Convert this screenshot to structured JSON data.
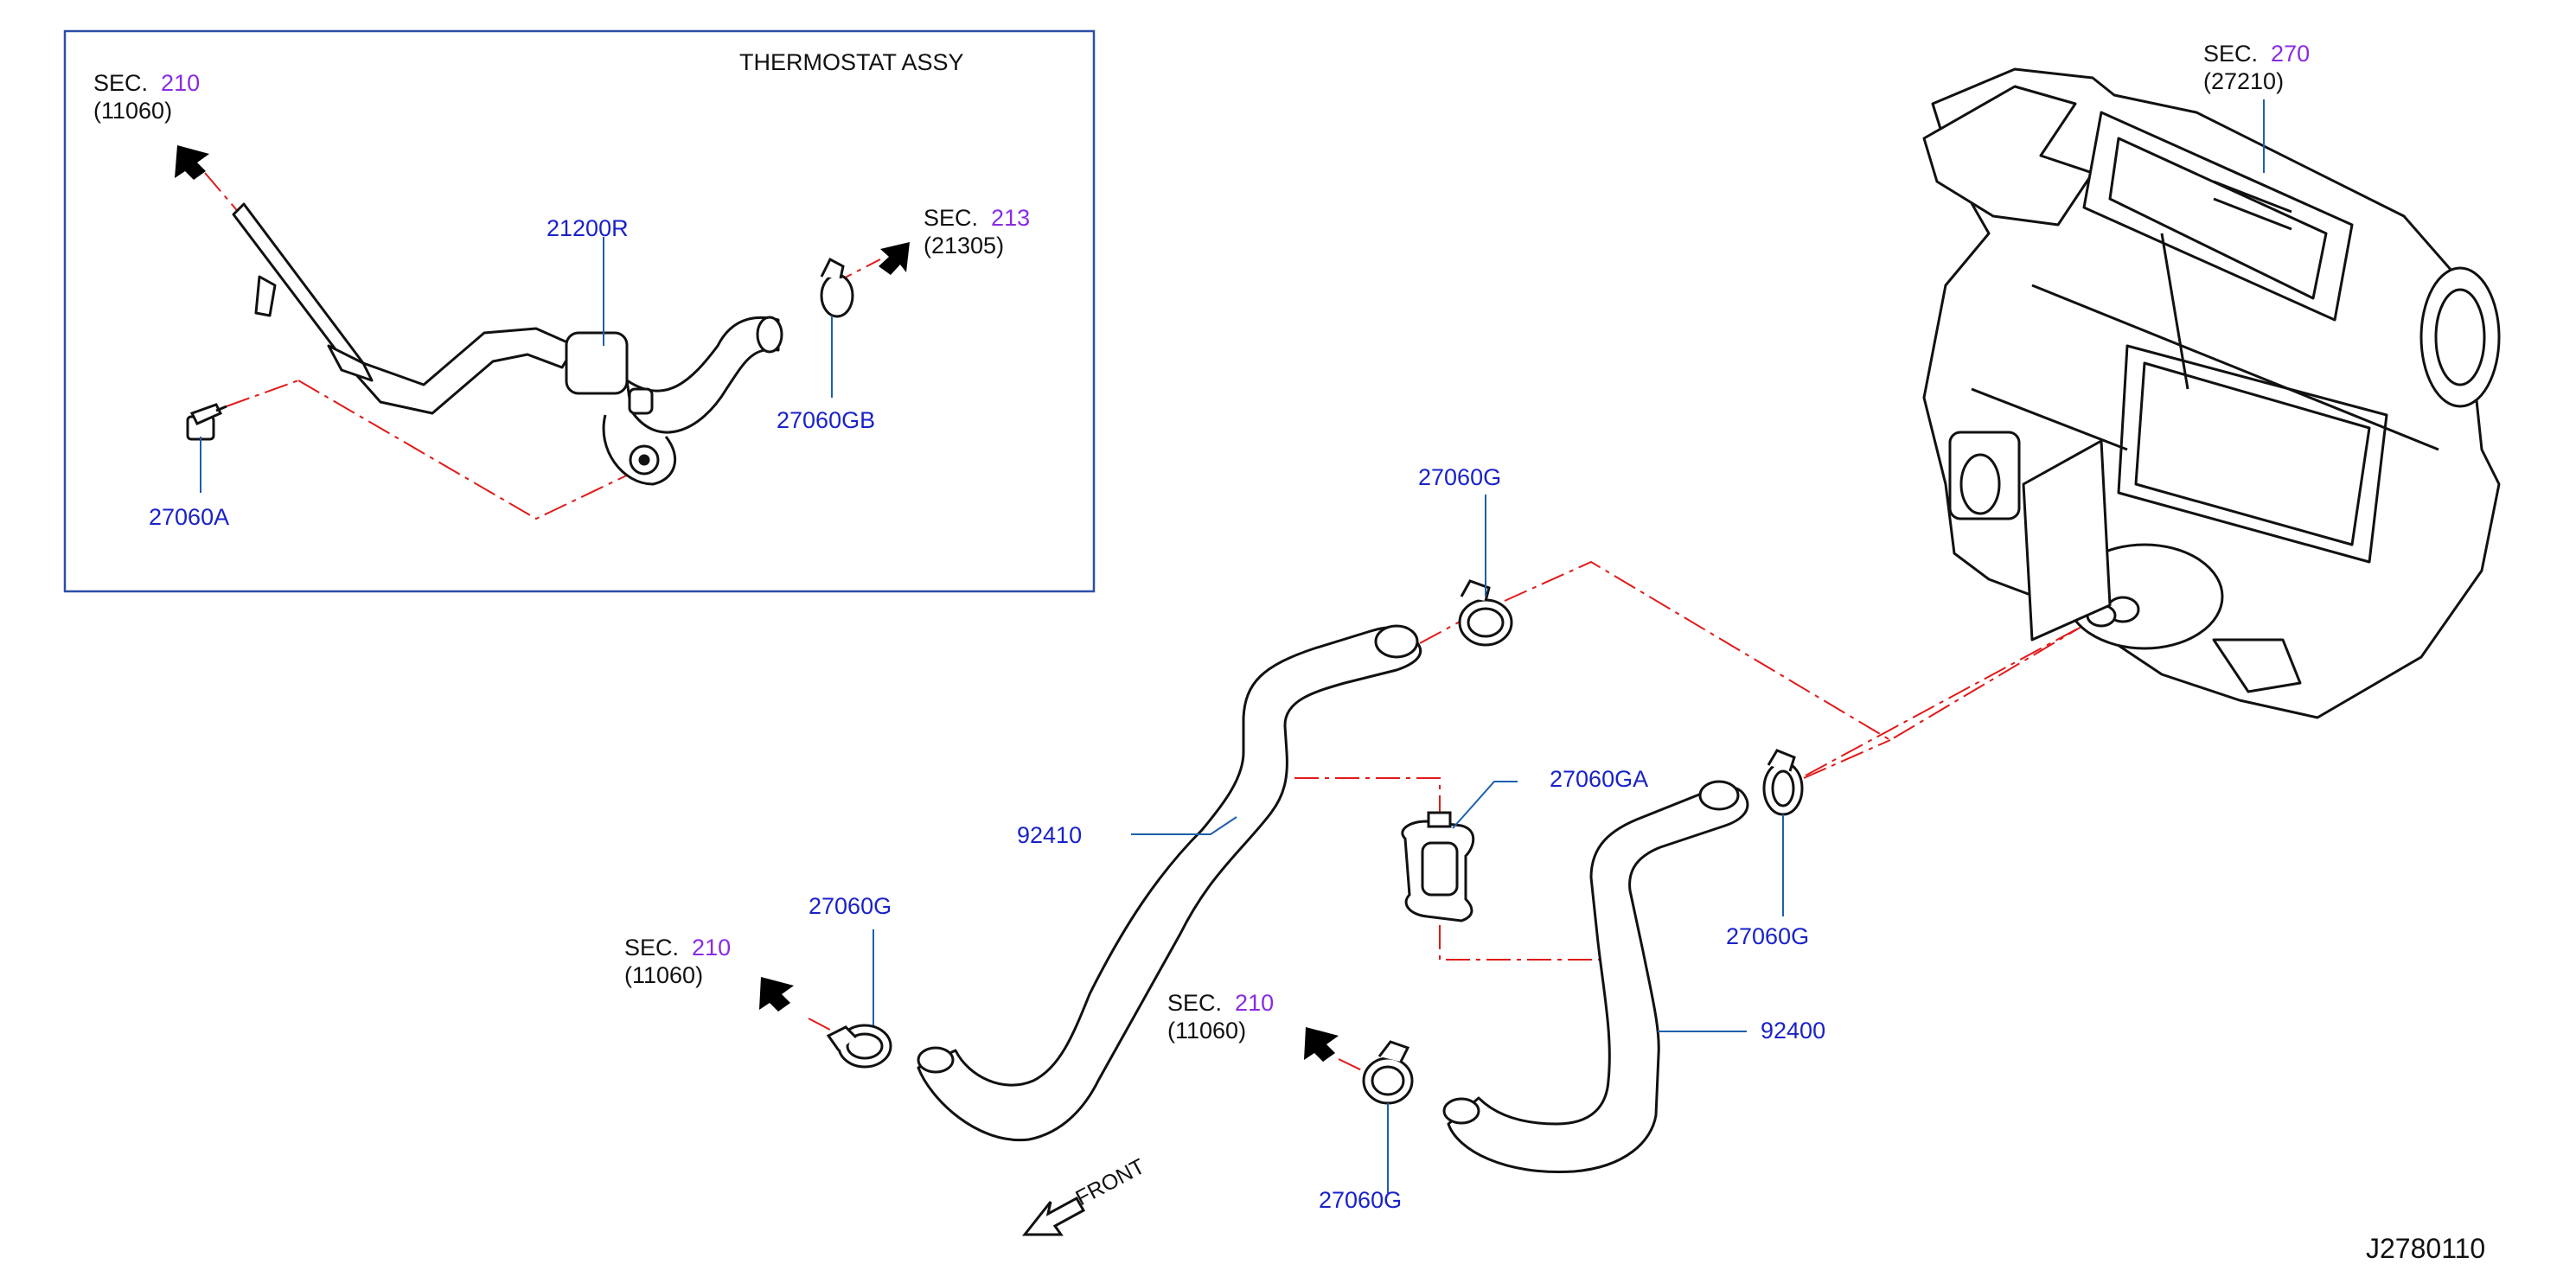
{
  "colors": {
    "part_number": "#1a22c8",
    "section_number": "#8a2be2",
    "leader_line": "#1d5fae",
    "phantom_line": "#e11a1a",
    "inset_border": "#2b4ea8"
  },
  "inset": {
    "title": "THERMOSTAT   ASSY"
  },
  "sec_refs": [
    {
      "prefix": "SEC.",
      "number": "210",
      "sub": "(11060)"
    },
    {
      "prefix": "SEC.",
      "number": "213",
      "sub": "(21305)"
    },
    {
      "prefix": "SEC.",
      "number": "270",
      "sub": "(27210)"
    },
    {
      "prefix": "SEC.",
      "number": "210",
      "sub": "(11060)"
    },
    {
      "prefix": "SEC.",
      "number": "210",
      "sub": "(11060)"
    }
  ],
  "part_labels": [
    "21200R",
    "27060GB",
    "27060A",
    "27060G",
    "27060GA",
    "92410",
    "27060G",
    "27060G",
    "92400",
    "27060G"
  ],
  "front_label": "FRONT",
  "diagram_code": "J2780110"
}
